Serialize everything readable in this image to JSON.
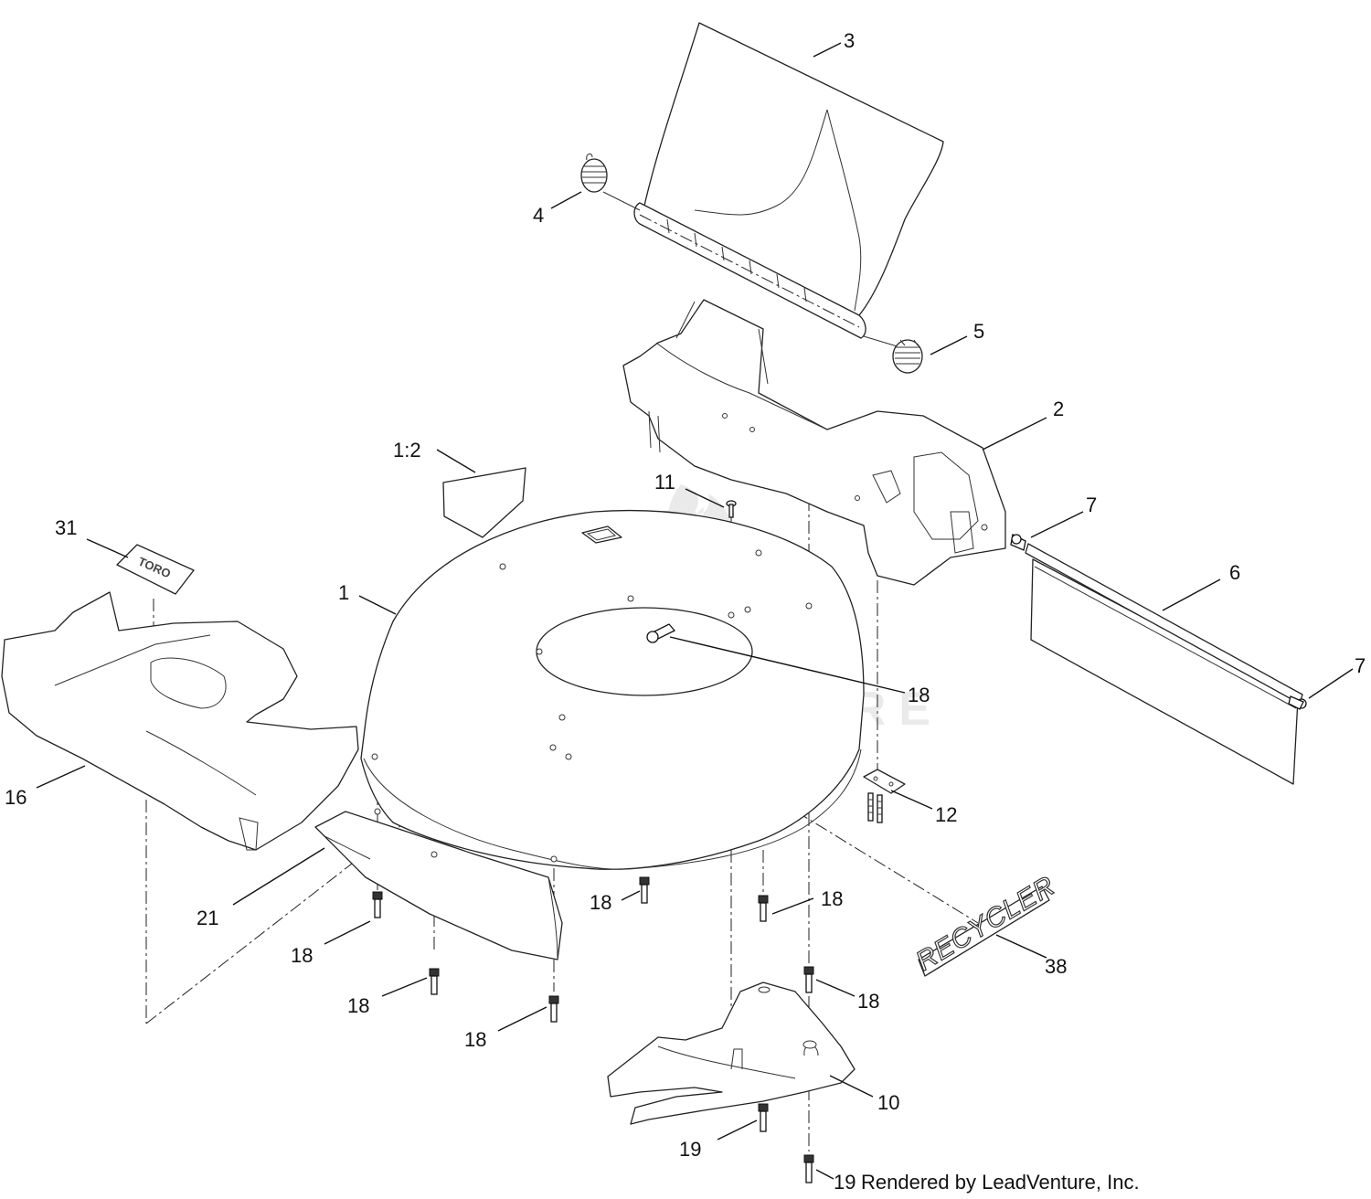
{
  "callouts": [
    {
      "id": "c3",
      "label": "3"
    },
    {
      "id": "c4",
      "label": "4"
    },
    {
      "id": "c5",
      "label": "5"
    },
    {
      "id": "c2",
      "label": "2"
    },
    {
      "id": "c1-2",
      "label": "1:2"
    },
    {
      "id": "c11",
      "label": "11"
    },
    {
      "id": "c7a",
      "label": "7"
    },
    {
      "id": "c6",
      "label": "6"
    },
    {
      "id": "c7b",
      "label": "7"
    },
    {
      "id": "c31",
      "label": "31"
    },
    {
      "id": "c1",
      "label": "1"
    },
    {
      "id": "c18a",
      "label": "18"
    },
    {
      "id": "c16",
      "label": "16"
    },
    {
      "id": "c12",
      "label": "12"
    },
    {
      "id": "c21",
      "label": "21"
    },
    {
      "id": "c18b",
      "label": "18"
    },
    {
      "id": "c18c",
      "label": "18"
    },
    {
      "id": "c18d",
      "label": "18"
    },
    {
      "id": "c18e",
      "label": "18"
    },
    {
      "id": "c18f",
      "label": "18"
    },
    {
      "id": "c18g",
      "label": "18"
    },
    {
      "id": "c38",
      "label": "38"
    },
    {
      "id": "c10",
      "label": "10"
    },
    {
      "id": "c19a",
      "label": "19"
    },
    {
      "id": "c19b",
      "label": "19"
    }
  ],
  "decals": {
    "recycler": "RECYCLER",
    "toro": "TORO"
  },
  "watermark": "LEADVENTURE",
  "footer": "Rendered by LeadVenture, Inc."
}
